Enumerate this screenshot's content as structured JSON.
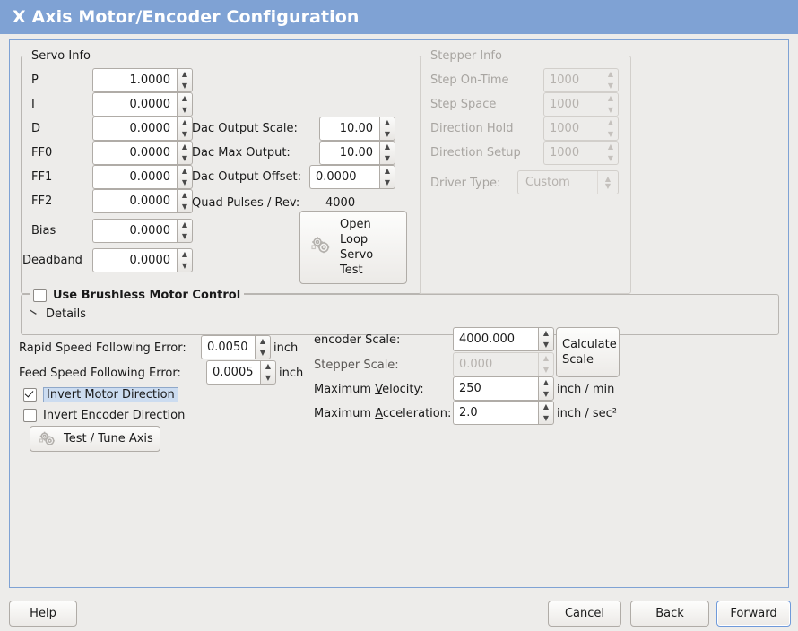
{
  "window": {
    "title": "X Axis Motor/Encoder Configuration",
    "title_bar_color": "#7fa2d4",
    "frame_border_color": "#7fa2d4",
    "background_color": "#edecea"
  },
  "servo_info": {
    "group_title": "Servo Info",
    "fields": [
      {
        "label": "P",
        "value": "1.0000"
      },
      {
        "label": "I",
        "value": "0.0000"
      },
      {
        "label": "D",
        "value": "0.0000"
      },
      {
        "label": "FF0",
        "value": "0.0000"
      },
      {
        "label": "FF1",
        "value": "0.0000"
      },
      {
        "label": "FF2",
        "value": "0.0000"
      },
      {
        "label": "Bias",
        "value": "0.0000"
      },
      {
        "label": "Deadband",
        "value": "0.0000"
      }
    ],
    "dac": [
      {
        "label": "Dac Output Scale:",
        "value": "10.00"
      },
      {
        "label": "Dac Max Output:",
        "value": "10.00"
      },
      {
        "label": "Dac Output Offset:",
        "value": "0.0000"
      }
    ],
    "quad_pulses": {
      "label": "Quad Pulses / Rev:",
      "value": "4000"
    },
    "open_loop_button": {
      "lines": [
        "Open",
        "Loop",
        "Servo",
        "Test"
      ],
      "icon": "gears-icon"
    }
  },
  "stepper_info": {
    "group_title": "Stepper Info",
    "disabled": true,
    "fields": [
      {
        "label": "Step On-Time",
        "value": "1000"
      },
      {
        "label": "Step Space",
        "value": "1000"
      },
      {
        "label": "Direction Hold",
        "value": "1000"
      },
      {
        "label": "Direction Setup",
        "value": "1000"
      }
    ],
    "driver_type": {
      "label": "Driver Type:",
      "value": "Custom"
    }
  },
  "brushless": {
    "checkbox_label": "Use Brushless Motor Control",
    "checked": false,
    "details_label": "Details",
    "details_expanded": false
  },
  "following_error": {
    "rapid": {
      "label": "Rapid Speed Following Error:",
      "value": "0.0050",
      "unit": "inch"
    },
    "feed": {
      "label": "Feed Speed Following Error:",
      "value": "0.0005",
      "unit": "inch"
    }
  },
  "direction": {
    "invert_motor": {
      "label": "Invert Motor Direction",
      "checked": true,
      "focused": true
    },
    "invert_encoder": {
      "label": "Invert Encoder Direction",
      "checked": false,
      "focused": false
    }
  },
  "test_tune_button": {
    "label": "Test / Tune Axis",
    "icon": "gears-icon"
  },
  "scales": {
    "encoder_scale": {
      "label": "encoder Scale:",
      "value": "4000.000",
      "disabled": false,
      "unit": ""
    },
    "stepper_scale": {
      "label": "Stepper Scale:",
      "value": "0.000",
      "disabled": true,
      "unit": ""
    },
    "max_velocity": {
      "label_pre": "Maximum ",
      "label_key": "V",
      "label_post": "elocity:",
      "value": "250",
      "unit": "inch / min"
    },
    "max_accel": {
      "label_pre": "Maximum ",
      "label_key": "A",
      "label_post": "cceleration:",
      "value": "2.0",
      "unit": "inch / sec²"
    },
    "calculate_button": {
      "lines": [
        "Calculate",
        "Scale"
      ]
    }
  },
  "footer": {
    "help": {
      "pre": "",
      "key": "H",
      "post": "elp"
    },
    "cancel": {
      "pre": "",
      "key": "C",
      "post": "ancel"
    },
    "back": {
      "pre": "",
      "key": "B",
      "post": "ack"
    },
    "forward": {
      "pre": "",
      "key": "F",
      "post": "orward",
      "focused": true
    }
  }
}
